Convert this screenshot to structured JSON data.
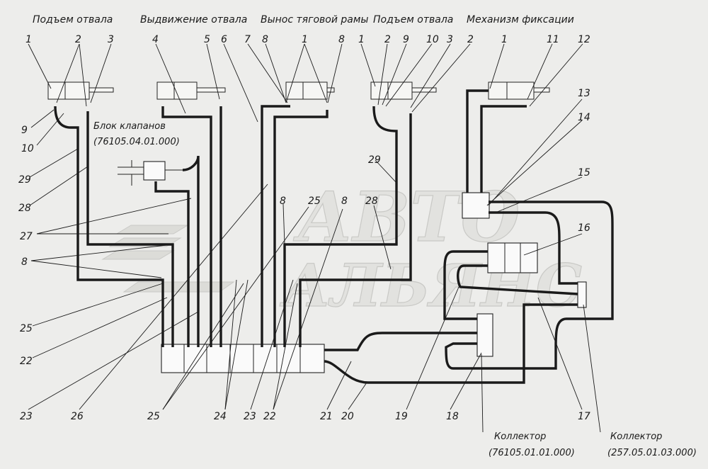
{
  "section_titles": {
    "blade_lift_left": "Подъем отвала",
    "blade_extension": "Выдвижение отвала",
    "drawbar_offset": "Вынос тяговой рамы",
    "blade_lift_right": "Подъем отвала",
    "lock_mechanism": "Механизм фиксации"
  },
  "valve_block": {
    "title": "Блок клапанов",
    "code": "(76105.04.01.000)"
  },
  "collector_1": {
    "title": "Коллектор",
    "code": "(76105.01.01.000)"
  },
  "collector_2": {
    "title": "Коллектор",
    "code": "(257.05.01.03.000)"
  },
  "watermark": {
    "line1": "АВТО",
    "line2": "АЛЬЯНС"
  },
  "callouts": {
    "top": [
      "1",
      "2",
      "3",
      "4",
      "5",
      "6",
      "7",
      "8",
      "1",
      "8",
      "1",
      "2",
      "9",
      "10",
      "3",
      "2",
      "1",
      "11",
      "12"
    ],
    "left": [
      "9",
      "10",
      "29",
      "28",
      "27",
      "8",
      "25",
      "22",
      "23"
    ],
    "right": [
      "13",
      "14",
      "15",
      "16",
      "17"
    ],
    "mid": [
      "29",
      "8",
      "25",
      "8",
      "28"
    ],
    "bottom": [
      "26",
      "25",
      "24",
      "23",
      "22",
      "21",
      "20",
      "19",
      "18"
    ]
  }
}
